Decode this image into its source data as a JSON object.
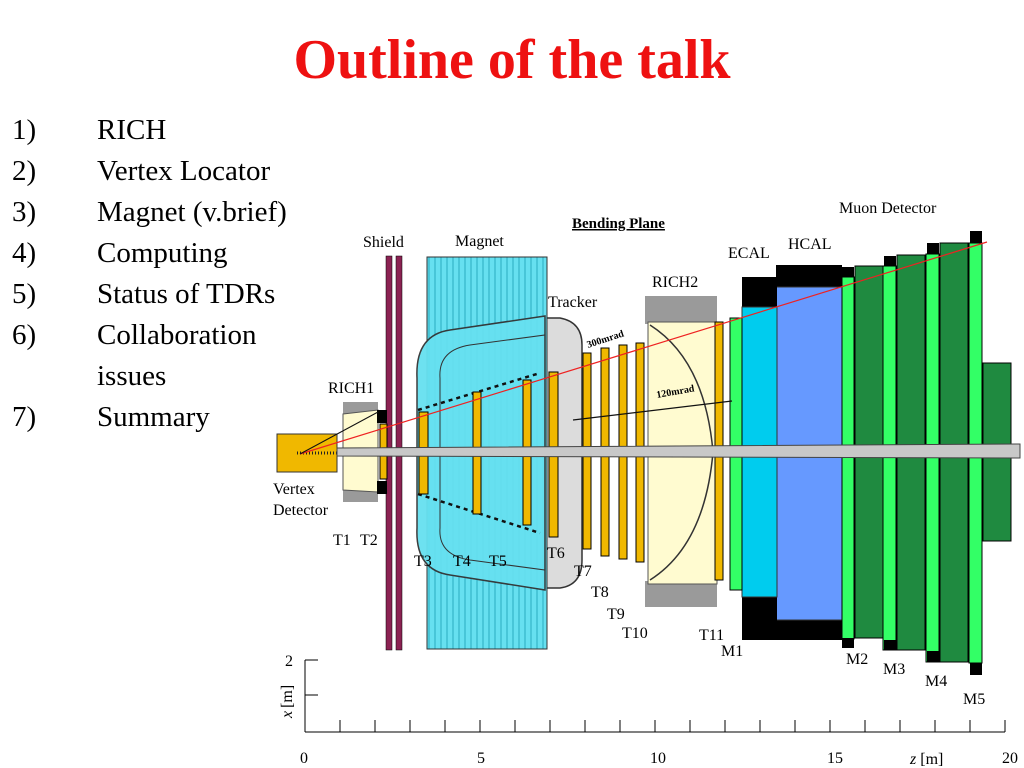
{
  "title": "Outline of the talk",
  "outline": [
    {
      "num": "1)",
      "text": "RICH"
    },
    {
      "num": "2)",
      "text": "Vertex Locator"
    },
    {
      "num": "3)",
      "text": "Magnet (v.brief)"
    },
    {
      "num": "4)",
      "text": "Computing"
    },
    {
      "num": "5)",
      "text": "Status of TDRs"
    },
    {
      "num": "6)",
      "text": "Collaboration issues"
    },
    {
      "num": "7)",
      "text": "Summary"
    }
  ],
  "diagram": {
    "heading": "Bending Plane",
    "labels": {
      "muon": "Muon Detector",
      "shield": "Shield",
      "magnet": "Magnet",
      "ecal": "ECAL",
      "hcal": "HCAL",
      "rich2": "RICH2",
      "tracker": "Tracker",
      "rich1": "RICH1",
      "vertex1": "Vertex",
      "vertex2": "Detector",
      "angle300": "300mrad",
      "angle120": "120mrad"
    },
    "stations": [
      "T1",
      "T2",
      "T3",
      "T4",
      "T5",
      "T6",
      "T7",
      "T8",
      "T9",
      "T10",
      "T11"
    ],
    "muon_stations": [
      "M1",
      "M2",
      "M3",
      "M4",
      "M5"
    ],
    "x_axis": {
      "label_italic": "z",
      "label_unit": "[m]",
      "ticks": [
        "0",
        "5",
        "10",
        "15",
        "20"
      ]
    },
    "y_axis": {
      "label_italic": "x",
      "label_unit": "[m]",
      "tick": "2"
    },
    "colors": {
      "title": "#ee1111",
      "magnet": "#66e0f0",
      "tracker_station": "#f0b800",
      "shield": "#8b2252",
      "rich_mirror": "#fffbd0",
      "ecal": "#00ccee",
      "hcal": "#6699ff",
      "muon_light": "#33ff66",
      "muon_dark": "#1f8a40",
      "beam_line": "#ee2222"
    }
  }
}
